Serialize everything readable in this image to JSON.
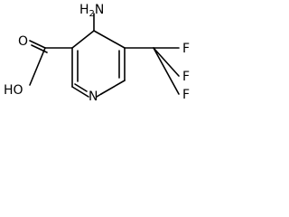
{
  "molecule": {
    "atoms": {
      "amine_label": "H",
      "amine_sub": "2",
      "amine_n": "N",
      "ring_n": "N",
      "carbonyl_o": "O",
      "hydroxyl": "HO",
      "f1": "F",
      "f2": "F",
      "f3": "F"
    }
  }
}
